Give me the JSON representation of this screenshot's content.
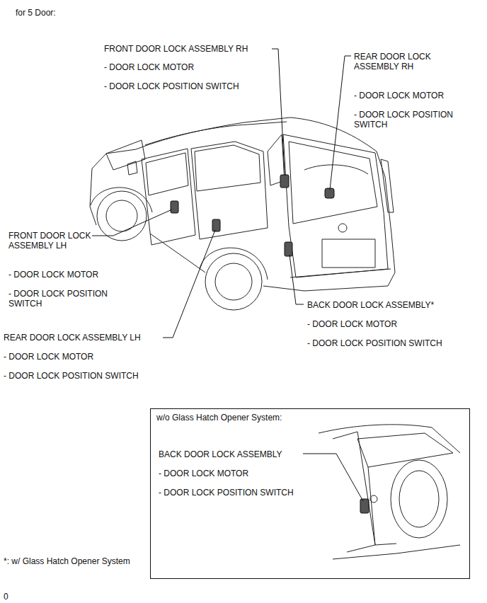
{
  "diagram": {
    "nodes": [
      {
        "text": [
          "w/o Glass Hatch Opener System:",
          "BACK DOOR LOCK ASSEMBLY",
          "- DOOR LOCK MOTOR",
          "- DOOR LOCK POSITION SWITCH"
        ]
      }
    ],
    "labels": [
      "for 5 Door:",
      "FRONT DOOR LOCK ASSEMBLY RH",
      "- DOOR LOCK MOTOR",
      "- DOOR LOCK POSITION SWITCH",
      "REAR DOOR LOCK ASSEMBLY RH",
      "- DOOR LOCK MOTOR",
      "- DOOR LOCK POSITION SWITCH",
      "FRONT DOOR LOCK ASSEMBLY LH",
      "- DOOR LOCK MOTOR",
      "- DOOR LOCK POSITION SWITCH",
      "REAR DOOR LOCK ASSEMBLY LH",
      "- DOOR LOCK MOTOR",
      "- DOOR LOCK POSITION SWITCH",
      "BACK DOOR LOCK ASSEMBLY*",
      "- DOOR LOCK MOTOR",
      "- DOOR LOCK POSITION SWITCH",
      "*: w/ Glass Hatch Opener System",
      "0"
    ]
  }
}
